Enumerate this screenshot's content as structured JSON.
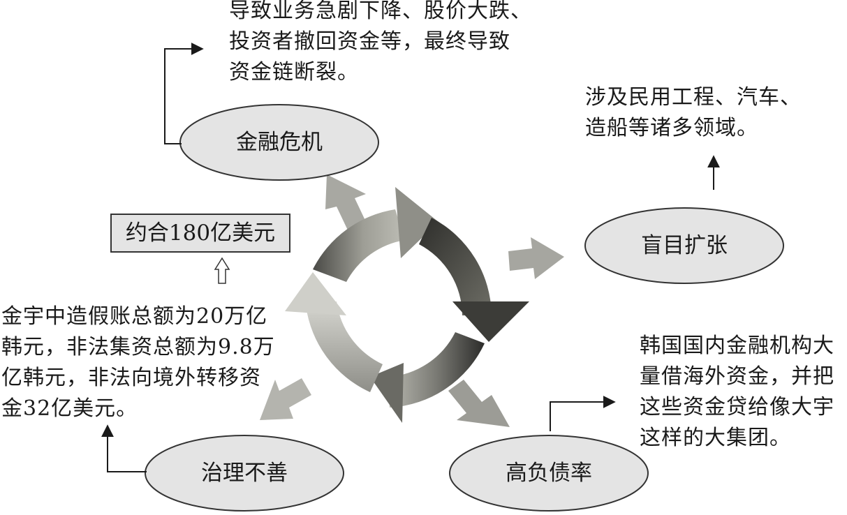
{
  "nodes": {
    "financial_crisis": "金融危机",
    "blind_expansion": "盲目扩张",
    "high_debt_ratio": "高负债率",
    "poor_governance": "治理不善"
  },
  "notes": {
    "financial_crisis": [
      "导致业务急剧下降、股价大跌、",
      "投资者撤回资金等，最终导致",
      "资金链断裂。"
    ],
    "blind_expansion": [
      "涉及民用工程、汽车、",
      "造船等诸多领域。"
    ],
    "high_debt_ratio": [
      "韩国国内金融机构大",
      "量借海外资金，并把",
      "这些资金贷给像大宇",
      "这样的大集团。"
    ],
    "poor_governance": [
      "金宇中造假账总额为20万亿",
      "韩元，非法集资总额为9.8万",
      "亿韩元，非法向境外转移资",
      "金32亿美元。"
    ]
  },
  "box": {
    "label": "约合180亿美元"
  }
}
